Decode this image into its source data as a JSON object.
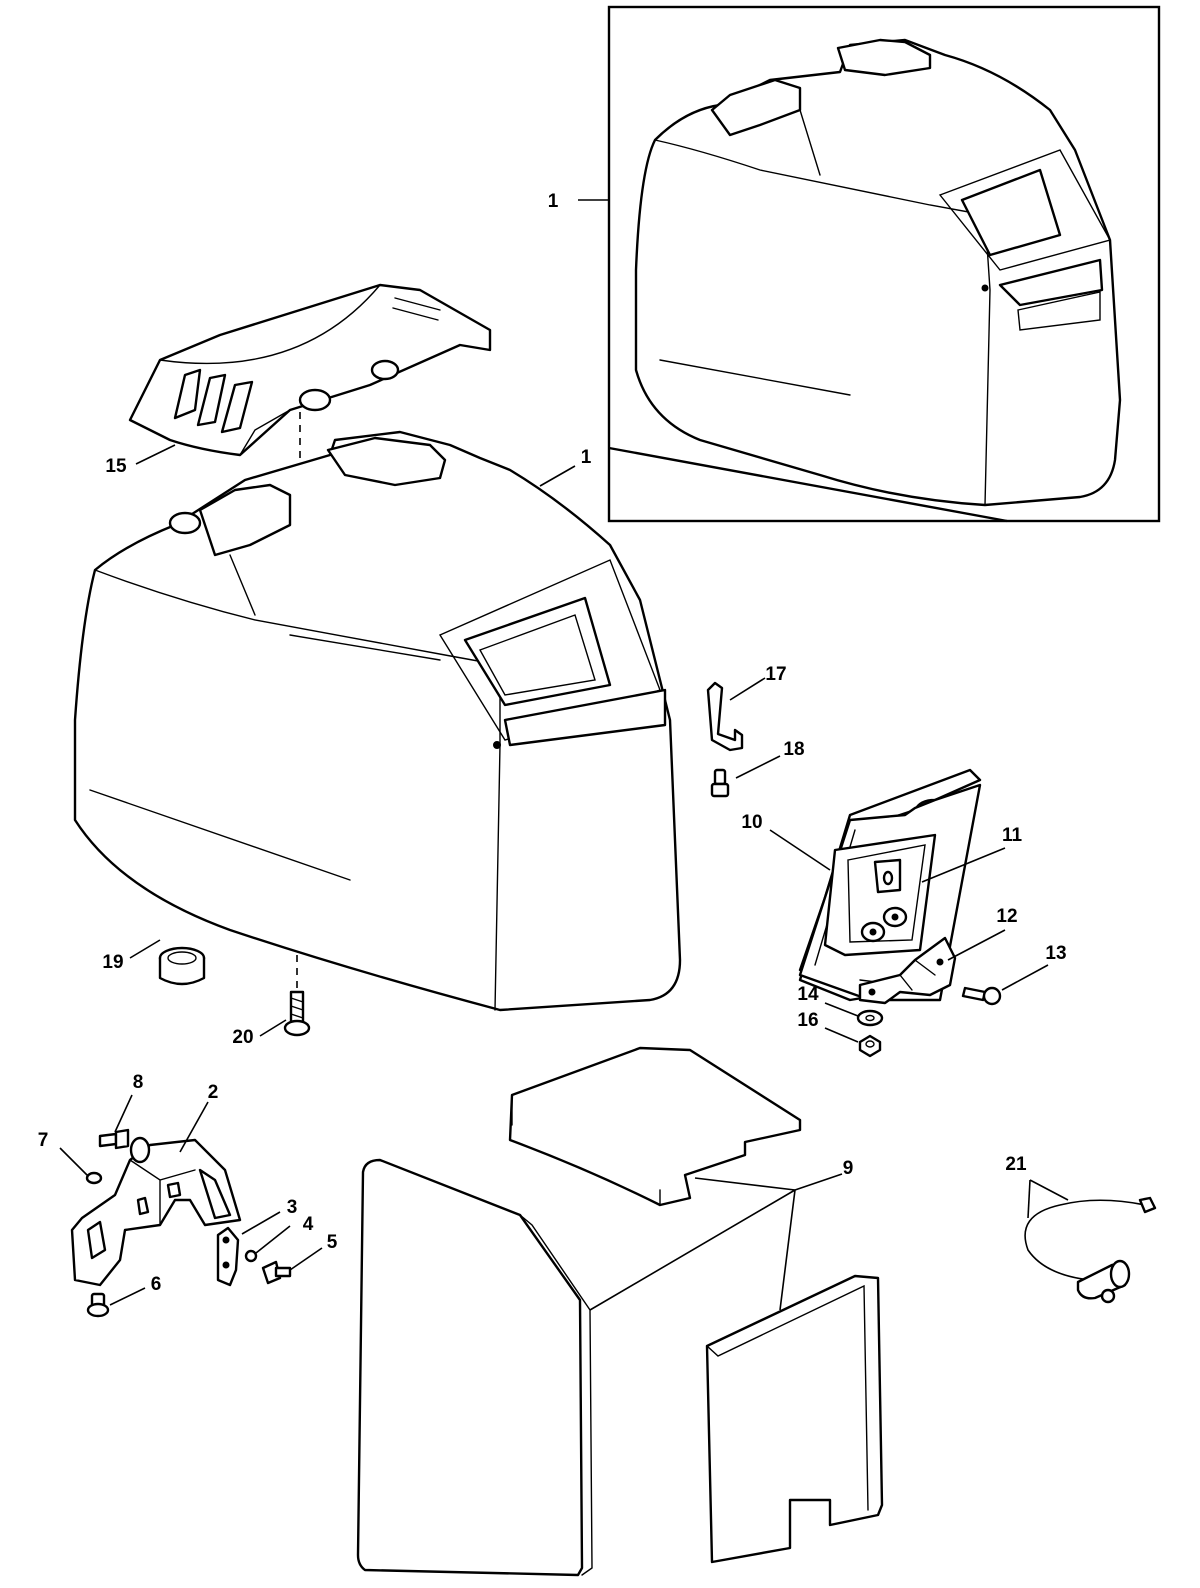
{
  "colors": {
    "line": "#000000",
    "background": "#ffffff"
  },
  "callouts": [
    {
      "id": "1-inset",
      "text": "1"
    },
    {
      "id": "1-main",
      "text": "1"
    },
    {
      "id": "2",
      "text": "2"
    },
    {
      "id": "3",
      "text": "3"
    },
    {
      "id": "4",
      "text": "4"
    },
    {
      "id": "5",
      "text": "5"
    },
    {
      "id": "6",
      "text": "6"
    },
    {
      "id": "7",
      "text": "7"
    },
    {
      "id": "8",
      "text": "8"
    },
    {
      "id": "9",
      "text": "9"
    },
    {
      "id": "10",
      "text": "10"
    },
    {
      "id": "11",
      "text": "11"
    },
    {
      "id": "12",
      "text": "12"
    },
    {
      "id": "13",
      "text": "13"
    },
    {
      "id": "14",
      "text": "14"
    },
    {
      "id": "15",
      "text": "15"
    },
    {
      "id": "16",
      "text": "16"
    },
    {
      "id": "17",
      "text": "17"
    },
    {
      "id": "18",
      "text": "18"
    },
    {
      "id": "19",
      "text": "19"
    },
    {
      "id": "20",
      "text": "20"
    },
    {
      "id": "21",
      "text": "21"
    }
  ]
}
